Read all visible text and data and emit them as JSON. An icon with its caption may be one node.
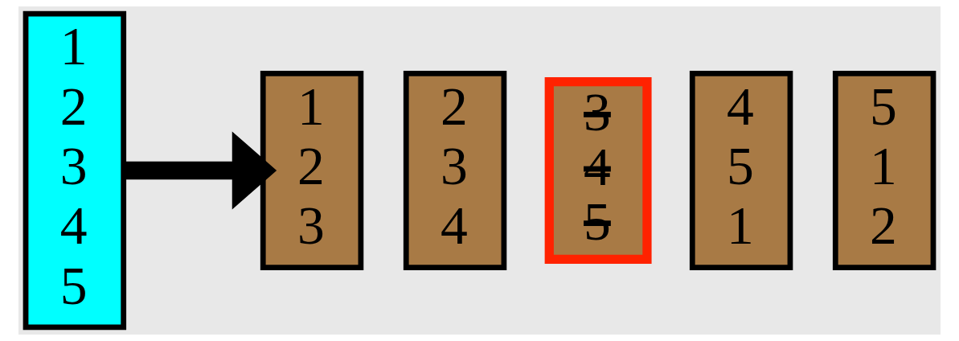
{
  "diagram": {
    "nodes": [
      {
        "text": [
          "1 2 3 4 5"
        ]
      },
      {
        "text": [
          "1 2 3"
        ]
      },
      {
        "text": [
          "2 3 4"
        ]
      },
      {
        "text": [
          "3 4 5"
        ]
      },
      {
        "text": [
          "4 5 1"
        ]
      },
      {
        "text": [
          "5 1 2"
        ]
      }
    ],
    "edges": [
      {
        "from": 0,
        "to": 1,
        "arrow": "to"
      }
    ]
  }
}
